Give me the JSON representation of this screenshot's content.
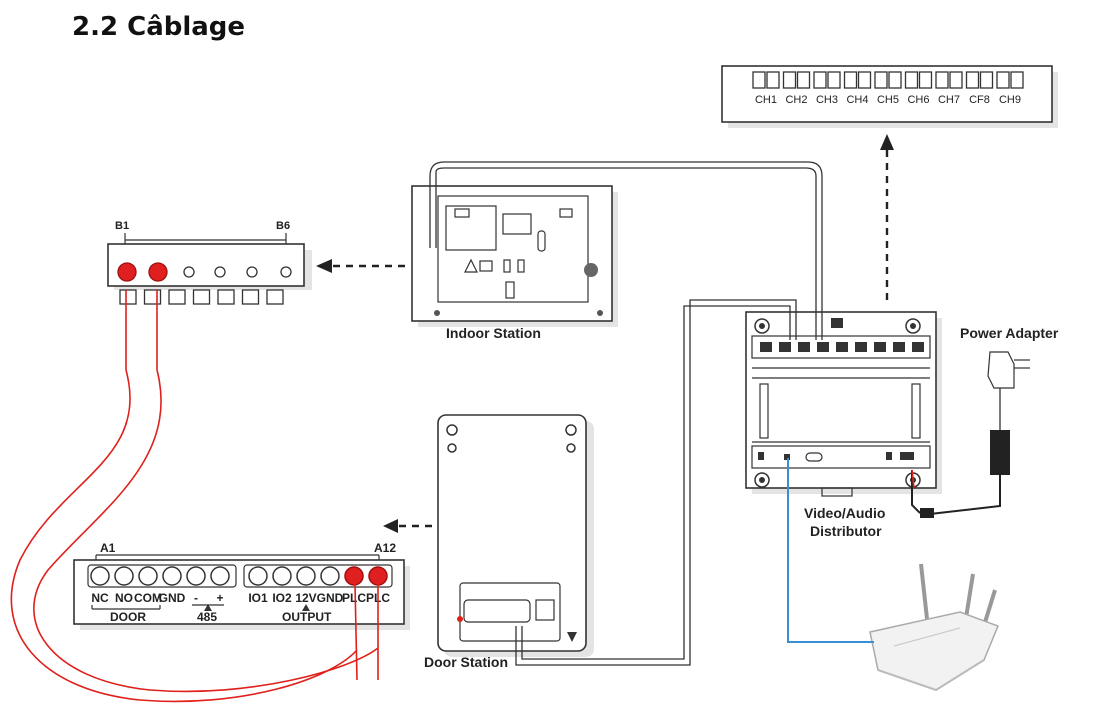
{
  "title": "2.2 Câblage",
  "labels": {
    "indoor_station": "Indoor Station",
    "door_station": "Door Station",
    "distributor_line1": "Video/Audio",
    "distributor_line2": "Distributor",
    "power_adapter": "Power Adapter"
  },
  "channels": [
    "CH1",
    "CH2",
    "CH3",
    "CH4",
    "CH5",
    "CH6",
    "CH7",
    "CF8",
    "CH9"
  ],
  "indoor_connector": {
    "left_label": "B1",
    "right_label": "B6"
  },
  "door_terminal": {
    "left_label": "A1",
    "right_label": "A12",
    "terminals": [
      "NC",
      "NO",
      "COM",
      "GND",
      "-",
      "+",
      "IO1",
      "IO2",
      "12V",
      "GND",
      "PLC",
      "PLC"
    ],
    "group_door": "DOOR",
    "group_485": "485",
    "group_output": "OUTPUT"
  },
  "colors": {
    "wire_red": "#e0201b",
    "wire_blue": "#3a8fd4",
    "terminal_red": "#e02020"
  }
}
